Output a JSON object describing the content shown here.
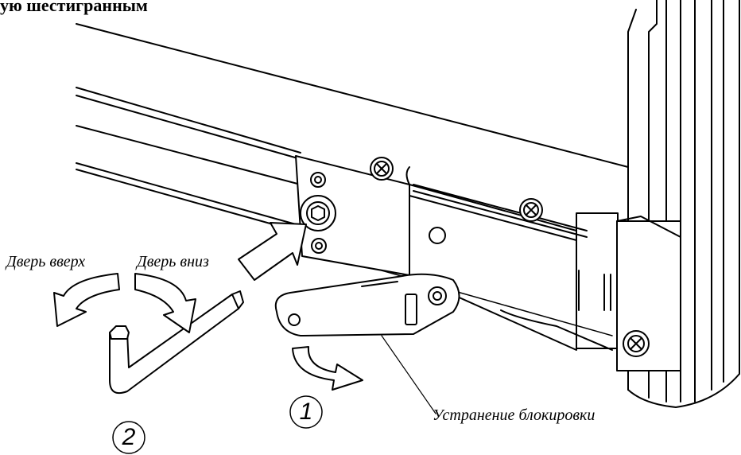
{
  "heading": "ую шестигранным",
  "labels": {
    "door_up": "Дверь вверх",
    "door_down": "Дверь вниз",
    "unlock": "Устранение блокировки"
  },
  "steps": {
    "step1": "1",
    "step2": "2"
  },
  "icons": {
    "arrow_up": "curved-arrow-left-icon",
    "arrow_down": "curved-arrow-right-icon",
    "pointer": "pointer-arrow-icon",
    "step_arrow": "curved-arrow-icon"
  }
}
